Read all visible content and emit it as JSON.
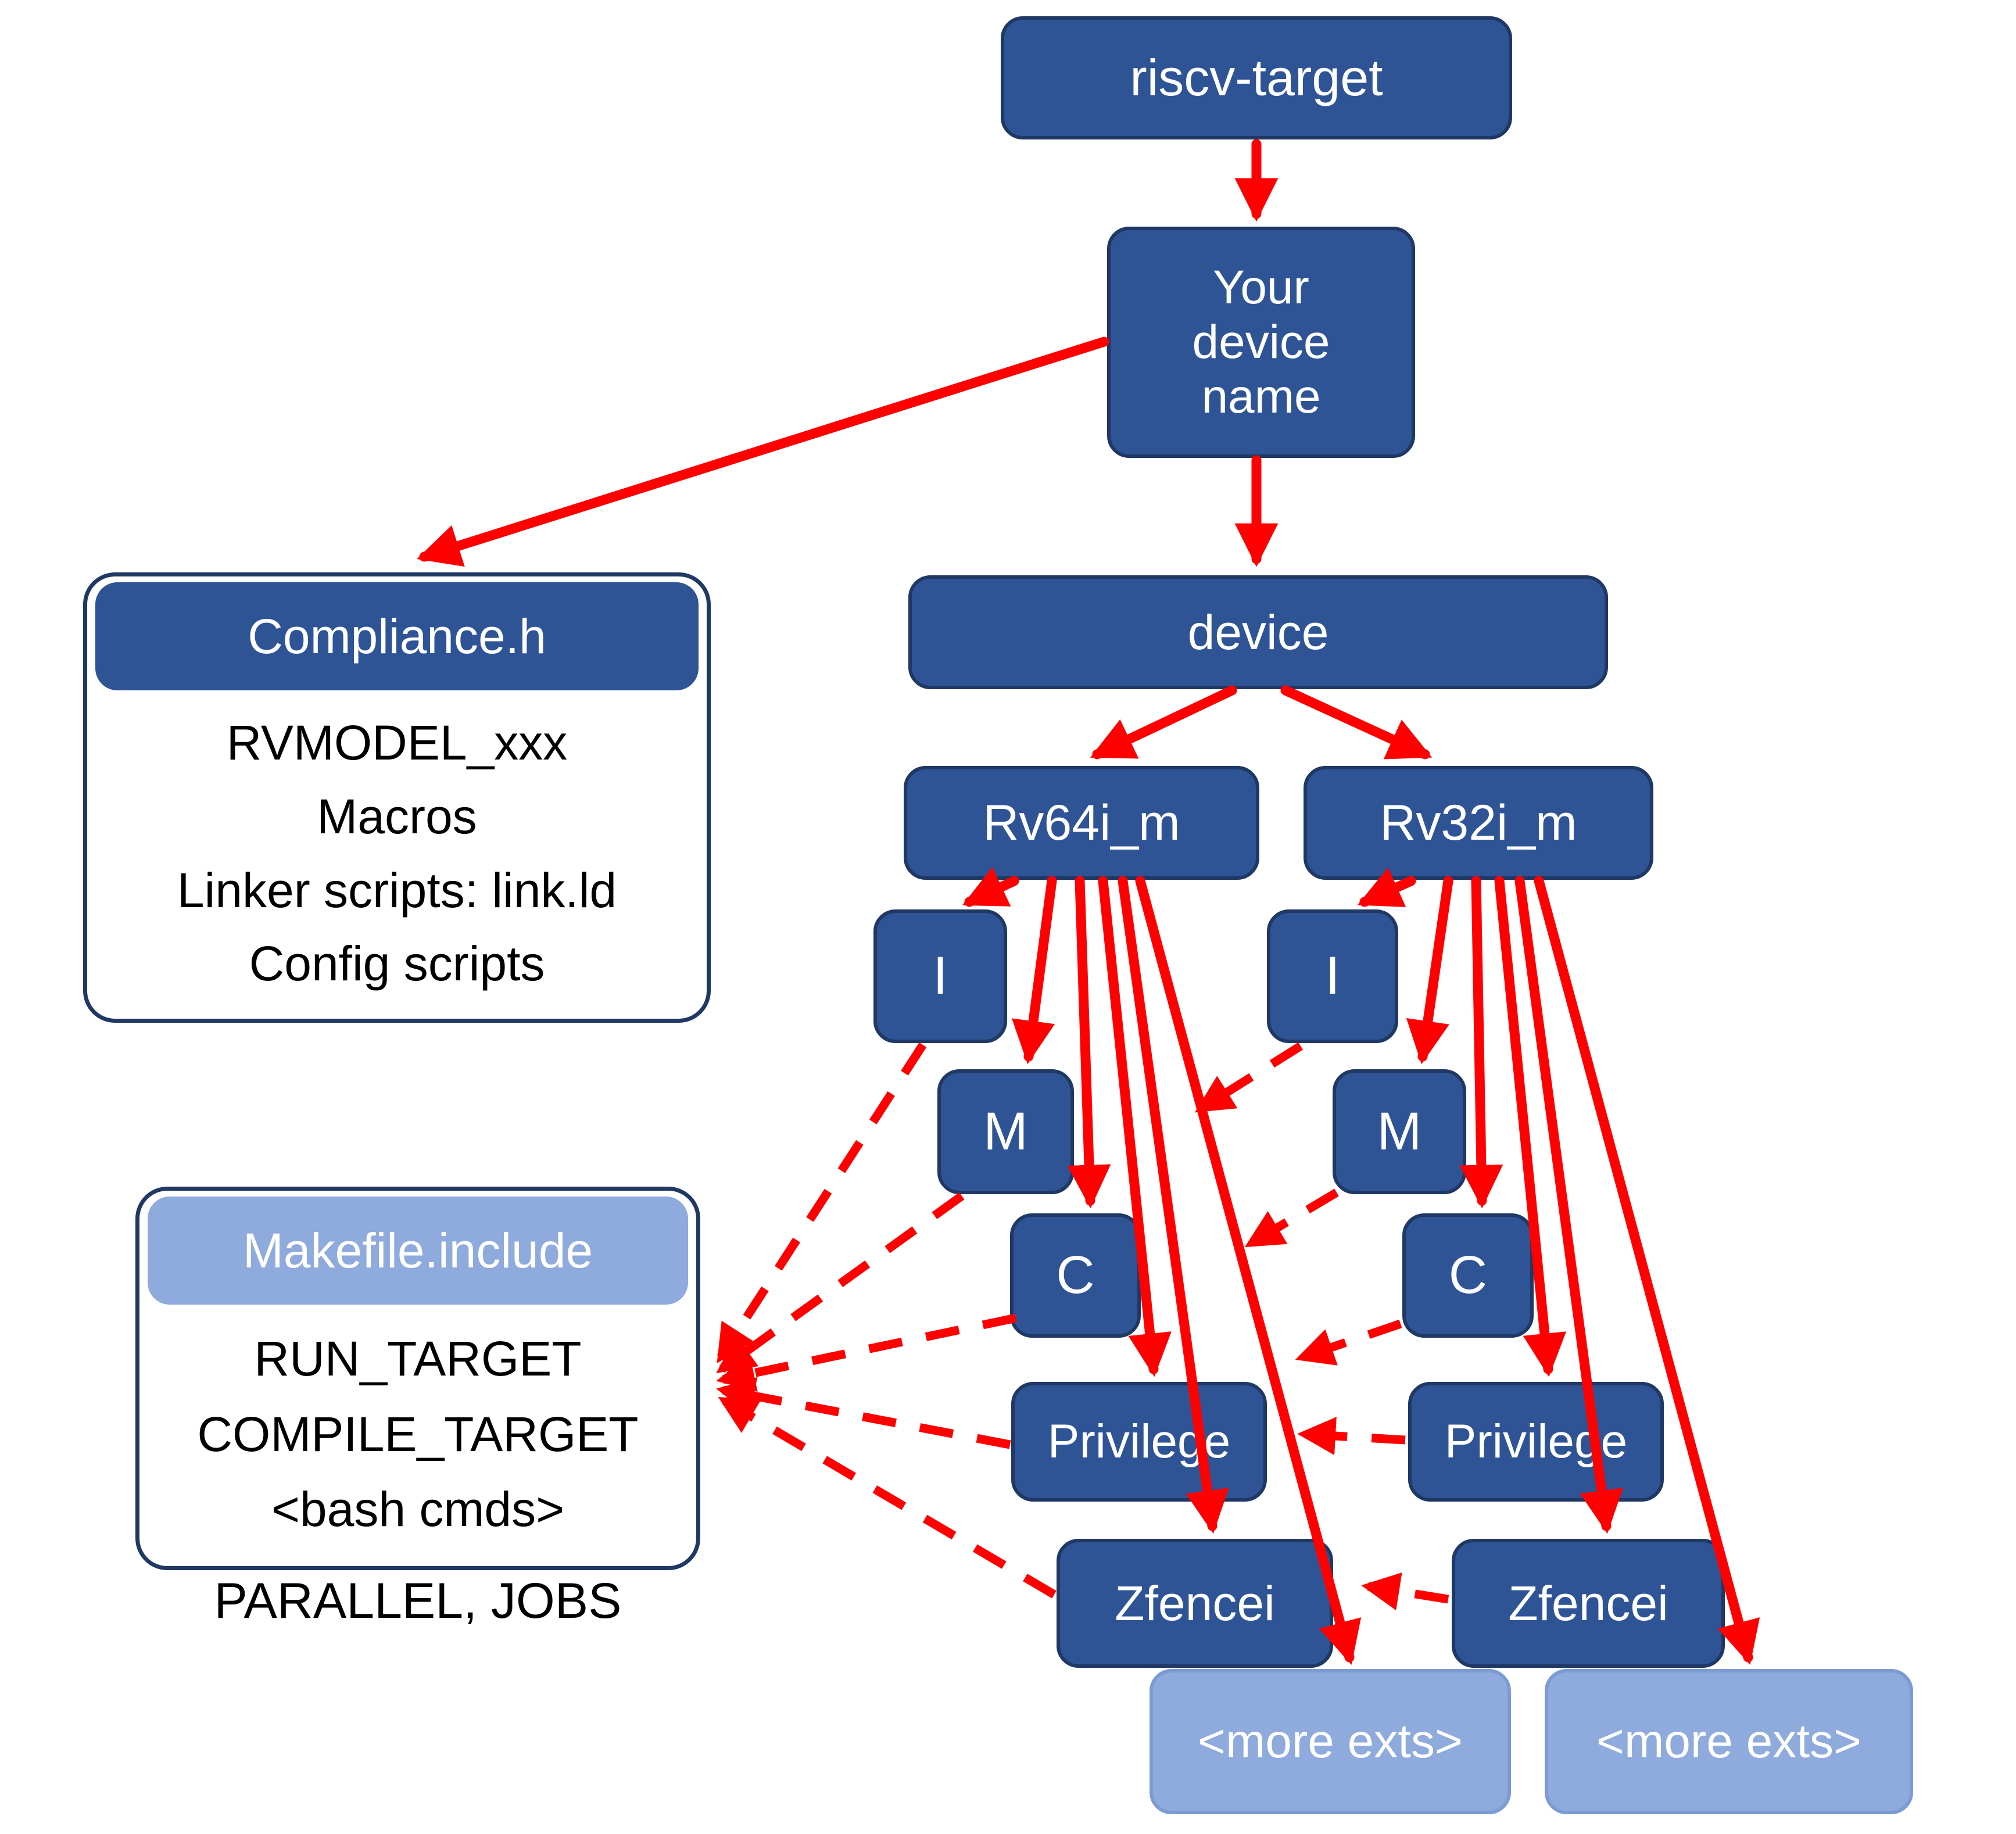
{
  "colors": {
    "node_fill": "#2F5496",
    "node_border": "#1F3864",
    "light_fill": "#8FAADC",
    "light_border": "#7B9BD2",
    "panel_border": "#1F3864",
    "arrow": "#FF0000",
    "background": "#FFFFFF",
    "body_text": "#000000"
  },
  "nodes": {
    "root": {
      "label": "riscv-target"
    },
    "device_name": {
      "lines": [
        "Your",
        "device",
        "name"
      ]
    },
    "device": {
      "label": "device"
    },
    "rv64": {
      "label": "Rv64i_m",
      "children": [
        "I",
        "M",
        "C",
        "Privilege",
        "Zfencei"
      ],
      "more": "<more exts>"
    },
    "rv32": {
      "label": "Rv32i_m",
      "children": [
        "I",
        "M",
        "C",
        "Privilege",
        "Zfencei"
      ],
      "more": "<more exts>"
    }
  },
  "panels": {
    "compliance": {
      "title": "Compliance.h",
      "lines": [
        "RVMODEL_xxx",
        "Macros",
        "Linker scripts: link.ld",
        "Config scripts"
      ]
    },
    "makefile": {
      "title": "Makefile.include",
      "lines": [
        "RUN_TARGET",
        "COMPILE_TARGET",
        "<bash cmds>"
      ],
      "footer": "PARALLEL, JOBS"
    }
  },
  "edges": {
    "solid": [
      "riscv-target -> Your device name",
      "Your device name -> Compliance.h",
      "Your device name -> device",
      "device -> Rv64i_m",
      "device -> Rv32i_m",
      "Rv64i_m -> I",
      "Rv64i_m -> M",
      "Rv64i_m -> C",
      "Rv64i_m -> Privilege",
      "Rv64i_m -> Zfencei",
      "Rv64i_m -> <more exts>",
      "Rv32i_m -> I",
      "Rv32i_m -> M",
      "Rv32i_m -> C",
      "Rv32i_m -> Privilege",
      "Rv32i_m -> Zfencei",
      "Rv32i_m -> <more exts>"
    ],
    "dashed": [
      "Rv64 I -> Makefile.include",
      "Rv64 M -> Makefile.include",
      "Rv64 C -> Makefile.include",
      "Rv64 Privilege -> Makefile.include",
      "Rv64 Zfencei -> Makefile.include",
      "Rv32 I -> Makefile.include",
      "Rv32 M -> Makefile.include",
      "Rv32 C -> Makefile.include",
      "Rv32 Privilege -> Makefile.include",
      "Rv32 Zfencei -> Makefile.include"
    ]
  }
}
